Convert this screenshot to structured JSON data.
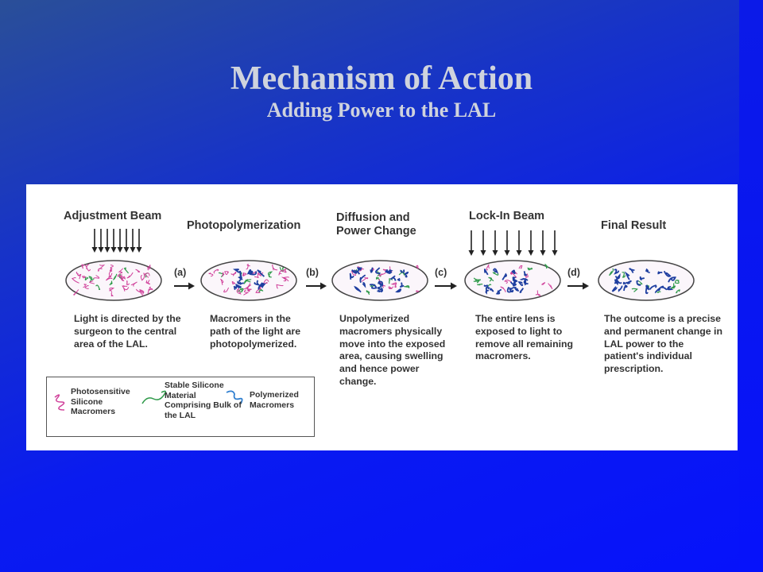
{
  "slide": {
    "title": "Mechanism of Action",
    "subtitle": "Adding Power to the LAL"
  },
  "diagram": {
    "stages": [
      {
        "title": "Adjustment Beam",
        "description": "Light is directed by the surgeon to the central area of the LAL."
      },
      {
        "title": "Photopolymerization",
        "description": "Macromers in the path of the light are photopolymerized."
      },
      {
        "title": "Diffusion and Power Change",
        "description": "Unpolymerized macromers physically move into the exposed area, causing swelling and hence power change."
      },
      {
        "title": "Lock-In Beam",
        "description": "The entire lens is exposed to light to remove all remaining macromers."
      },
      {
        "title": "Final Result",
        "description": "The outcome is a precise and permanent change in LAL power to the patient's individual prescription."
      }
    ],
    "steps": [
      "(a)",
      "(b)",
      "(c)",
      "(d)"
    ],
    "legend": [
      {
        "label": "Photosensitive Silicone Macromers",
        "color": "#d0409a"
      },
      {
        "label": "Stable Silicone Material Comprising Bulk of the LAL",
        "color": "#2f9a4a"
      },
      {
        "label": "Polymerized Macromers",
        "color": "#2f7fd0"
      }
    ],
    "colors": {
      "photosensitive": "#d0409a",
      "stable": "#2f9a4a",
      "polymerized": "#1f3fa0",
      "arrow": "#222222"
    }
  }
}
